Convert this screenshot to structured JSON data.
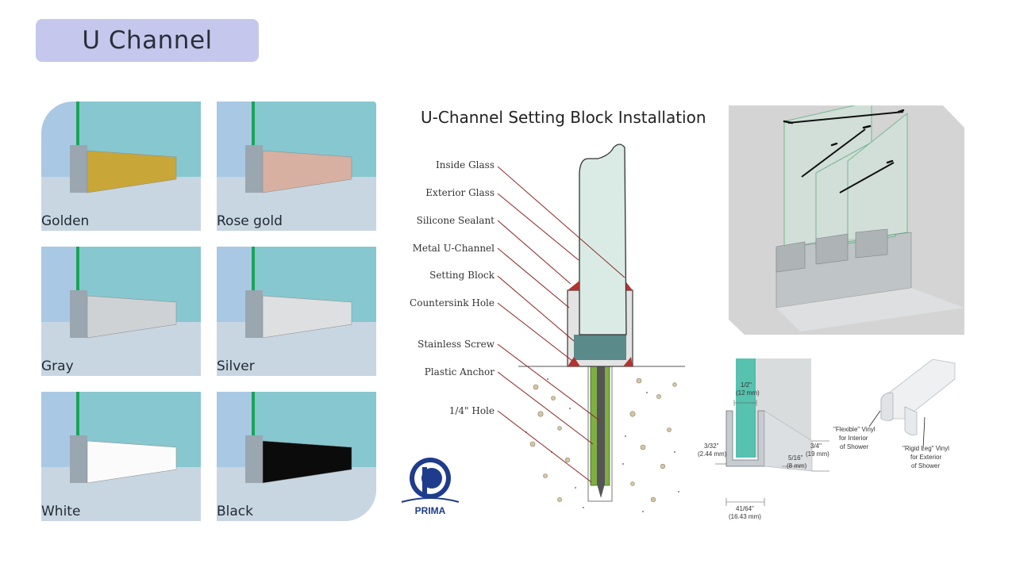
{
  "header": {
    "title": "U Channel"
  },
  "finishes": [
    {
      "label": "Golden",
      "color": "#c9a638"
    },
    {
      "label": "Rose gold",
      "color": "#d7b0a1"
    },
    {
      "label": "Gray",
      "color": "#cfd2d4"
    },
    {
      "label": "Silver",
      "color": "#dddfe1"
    },
    {
      "label": "White",
      "color": "#fbfbfb"
    },
    {
      "label": "Black",
      "color": "#0b0b0b"
    }
  ],
  "diagram": {
    "title": "U-Channel Setting Block Installation",
    "callouts": [
      "Inside Glass",
      "Exterior Glass",
      "Silicone Sealant",
      "Metal U-Channel",
      "Setting Block",
      "Countersink Hole",
      "Stainless Screw",
      "Plastic Anchor",
      "1/4\" Hole"
    ]
  },
  "profile": {
    "dims": {
      "top": "1/2\"",
      "top_mm": "(12 mm)",
      "left": "3/32\"",
      "left_mm": "(2.44 mm)",
      "right": "3/4\"",
      "right_mm": "(19 mm)",
      "inner": "5/16\"",
      "inner_mm": "(8 mm)",
      "bottom": "41/64\"",
      "bottom_mm": "(16.43 mm)"
    },
    "notes": {
      "flexible_1": "\"Flexible\" Vinyl",
      "flexible_2": "for Interior",
      "flexible_3": "of Shower",
      "rigid_1": "\"Rigid Leg\" Vinyl",
      "rigid_2": "for Exterior",
      "rigid_3": "of Shower"
    }
  },
  "logo": {
    "text": "PRIMA"
  }
}
